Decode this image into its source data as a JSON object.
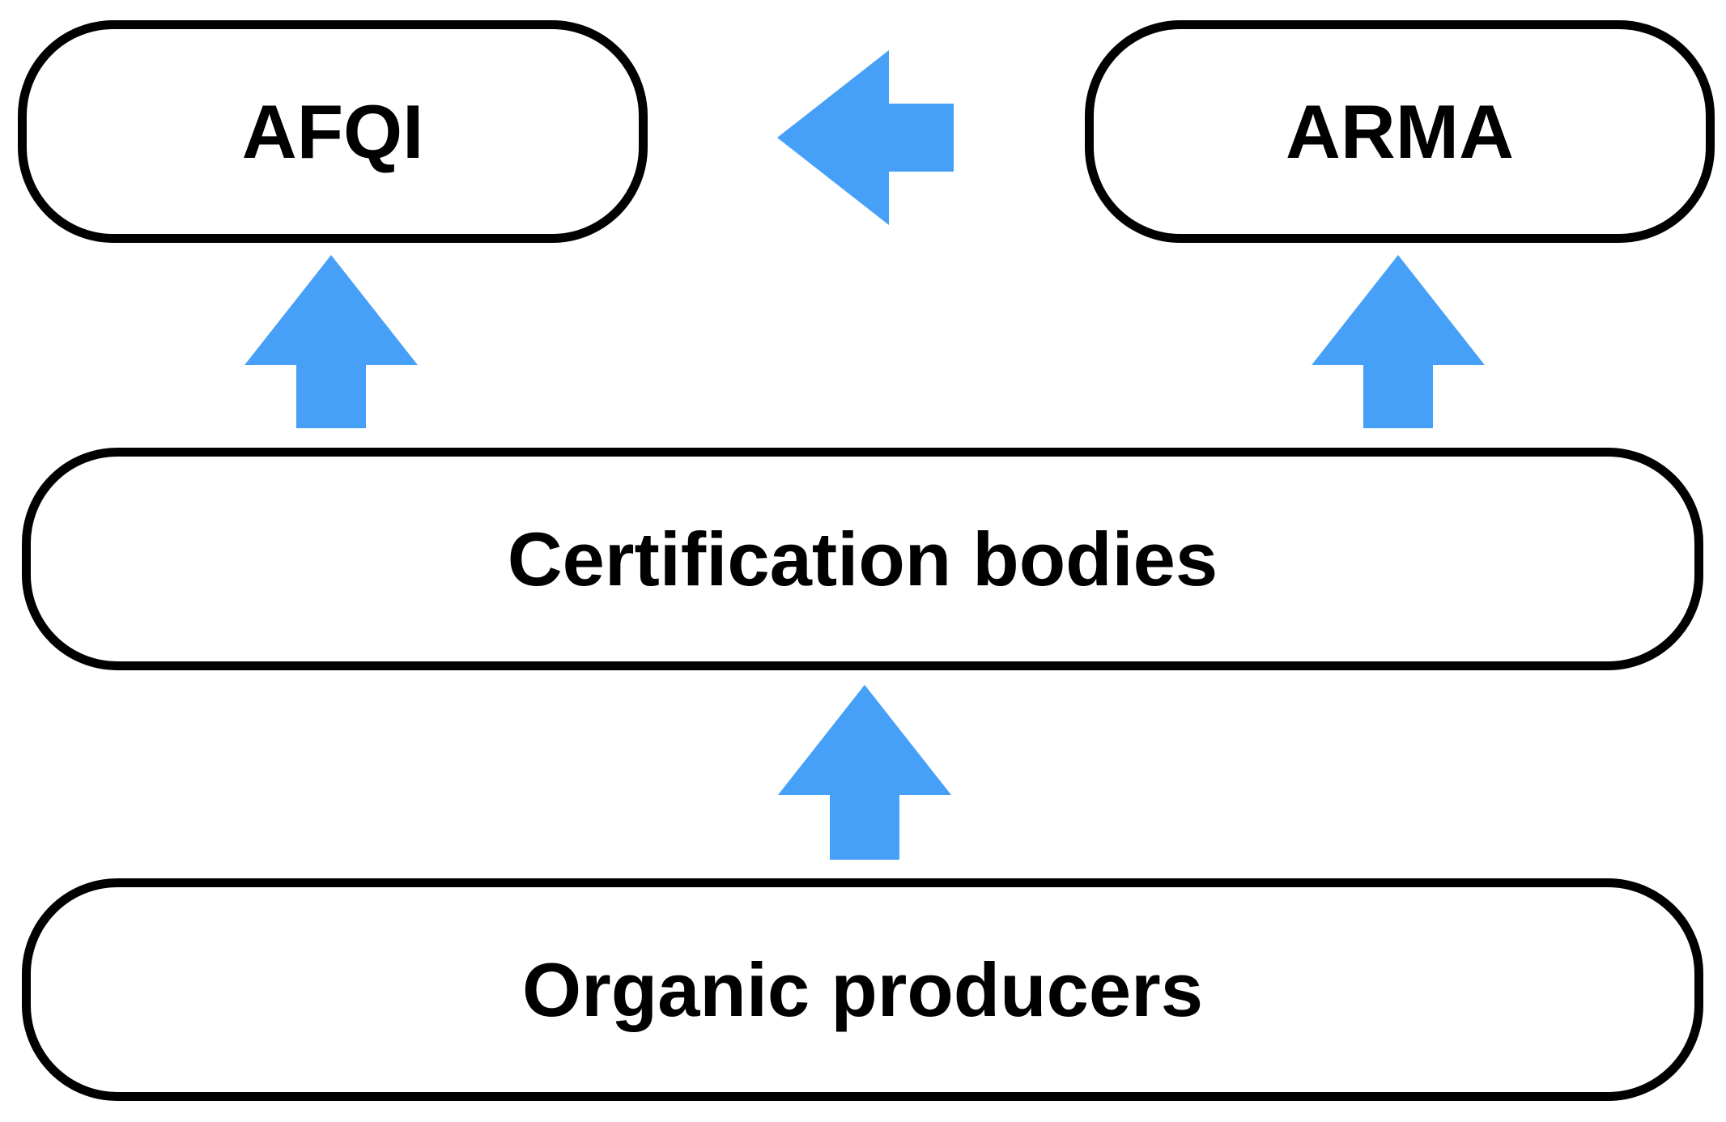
{
  "diagram": {
    "nodes": {
      "afqi": {
        "label": "AFQI"
      },
      "arma": {
        "label": "ARMA"
      },
      "certification_bodies": {
        "label": "Certification bodies"
      },
      "organic_producers": {
        "label": "Organic producers"
      }
    },
    "edges": [
      {
        "from": "organic_producers",
        "to": "certification_bodies"
      },
      {
        "from": "certification_bodies",
        "to": "afqi"
      },
      {
        "from": "certification_bodies",
        "to": "arma"
      },
      {
        "from": "arma",
        "to": "afqi"
      }
    ],
    "colors": {
      "arrow": "#47a0f7",
      "border": "#000000",
      "background": "#ffffff"
    }
  }
}
